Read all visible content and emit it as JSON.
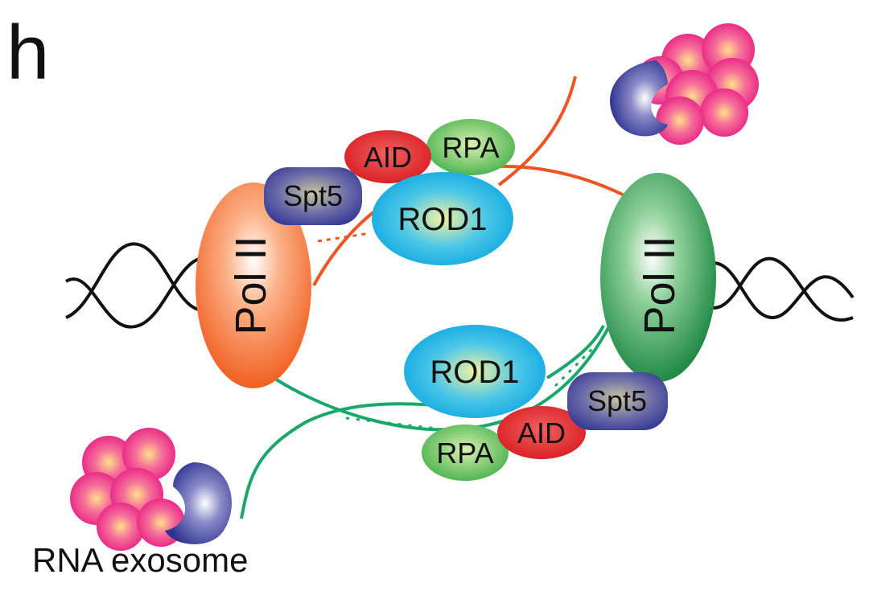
{
  "panel_label": "h",
  "labels": {
    "pol2_left": "Pol II",
    "pol2_right": "Pol II",
    "spt5_top": "Spt5",
    "spt5_bottom": "Spt5",
    "aid_top": "AID",
    "aid_bottom": "AID",
    "rpa_top": "RPA",
    "rpa_bottom": "RPA",
    "rod1_top": "ROD1",
    "rod1_bottom": "ROD1"
  },
  "caption": "RNA exosome",
  "colors": {
    "pol2_left": "#f26a2a",
    "pol2_right": "#1f9a46",
    "spt5": "#3a3f9a",
    "aid": "#e8232a",
    "rpa": "#5fbf4f",
    "rod1": "#1fb6e6",
    "exosome_pink": "#ee2a8c",
    "exosome_cap": "#3a3f9a",
    "rna_orange": "#ee5522",
    "rna_green": "#1aa86a",
    "dna": "#111111"
  }
}
